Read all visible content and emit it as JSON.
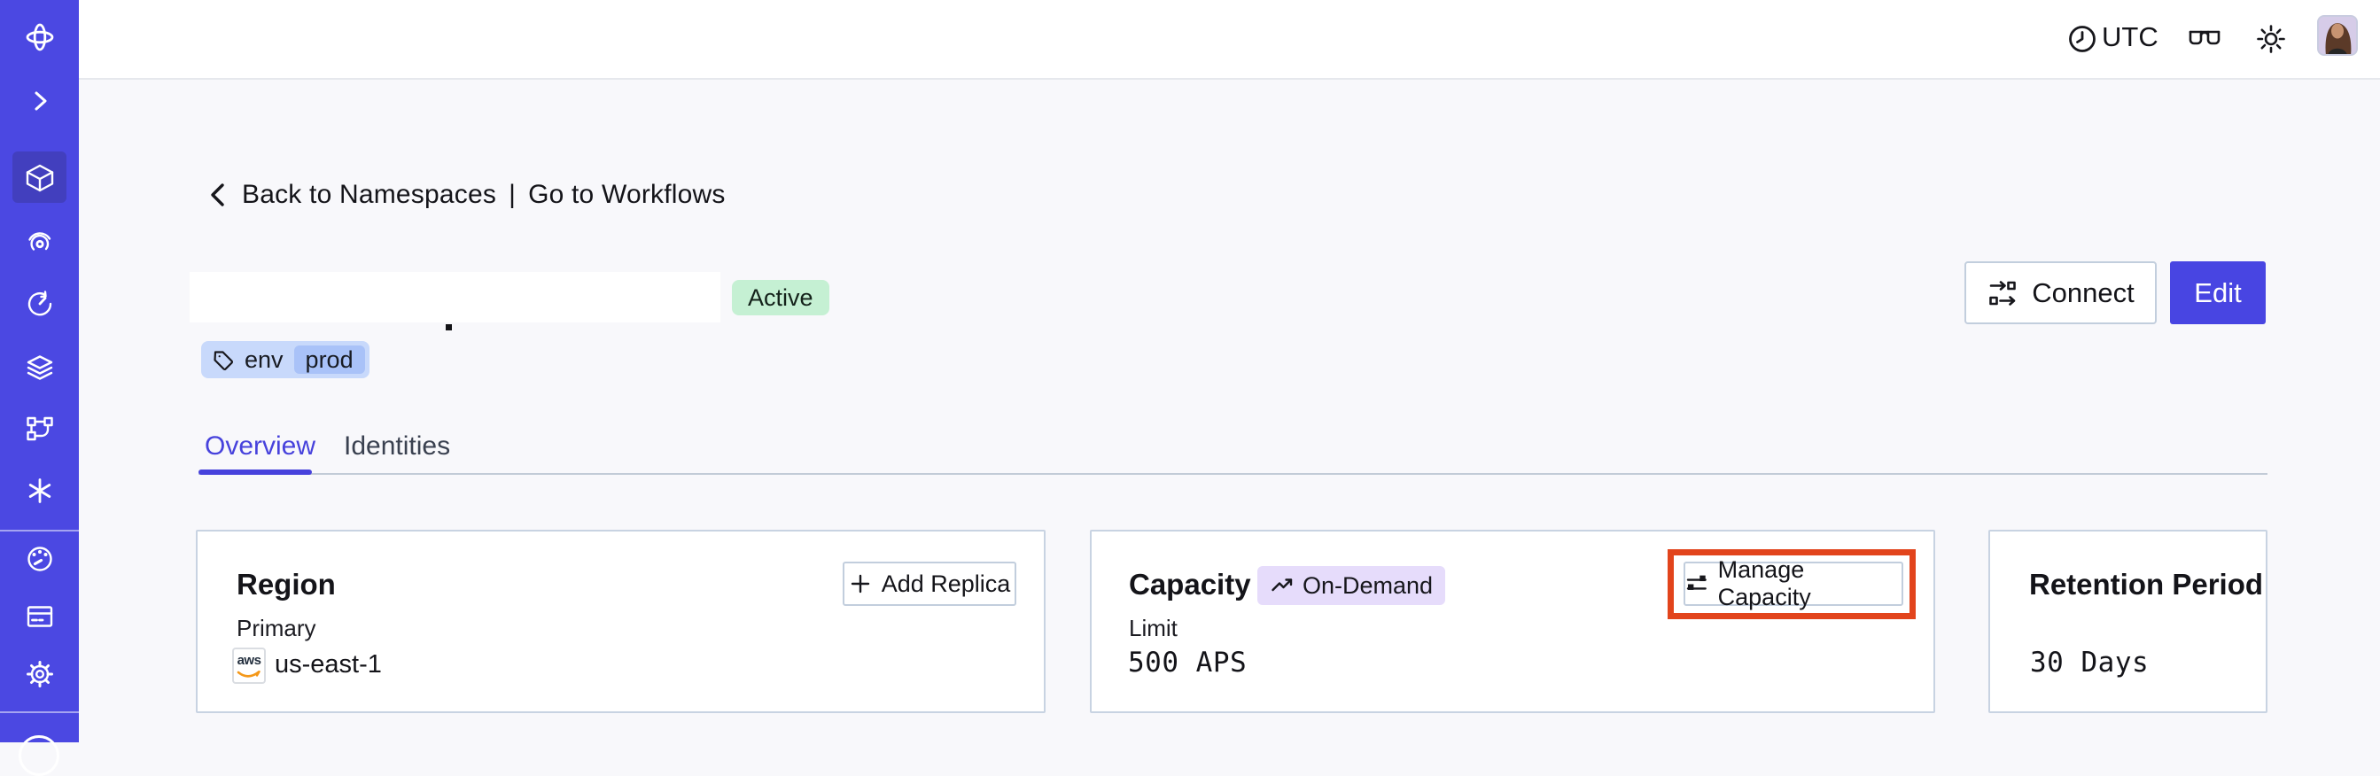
{
  "topbar": {
    "timezone": "UTC",
    "icons": [
      "clock-icon",
      "glasses-icon",
      "sun-icon",
      "avatar"
    ]
  },
  "sidebar": {
    "icons": [
      "temporal-logo",
      "expand-chevron",
      "namespaces-cube",
      "workflows-spiral",
      "schedules-clock",
      "deployments-layers",
      "pipeline-nodes",
      "nexus-asterisk",
      "usage-gauge",
      "billing-card",
      "settings-gear",
      "support-circle"
    ],
    "active_index": 2
  },
  "breadcrumb": {
    "back": "Back to Namespaces",
    "separator": "|",
    "workflows": "Go to Workflows"
  },
  "namespace": {
    "status": "Active",
    "tag": {
      "key": "env",
      "value": "prod"
    }
  },
  "actions": {
    "connect": "Connect",
    "edit": "Edit"
  },
  "tabs": [
    {
      "label": "Overview",
      "active": true
    },
    {
      "label": "Identities",
      "active": false
    }
  ],
  "cards": {
    "region": {
      "title": "Region",
      "add_replica": "Add Replica",
      "primary_label": "Primary",
      "provider": "aws",
      "value": "us-east-1"
    },
    "capacity": {
      "title": "Capacity",
      "badge": "On-Demand",
      "manage": "Manage Capacity",
      "limit_label": "Limit",
      "value": "500 APS",
      "highlighted": true
    },
    "retention": {
      "title": "Retention Period",
      "value": "30 Days"
    }
  },
  "colors": {
    "accent": "#4845E2",
    "sidebar_active": "#423FBE",
    "highlight_box": "#E2441C",
    "status_active_bg": "#C5F0D3",
    "tag_bg": "#C8D9FB",
    "tag_inner_bg": "#A9C2F8",
    "ondemand_bg": "#E6DCFB",
    "page_bg": "#F8F8FB",
    "card_border": "#C8D3E2"
  }
}
